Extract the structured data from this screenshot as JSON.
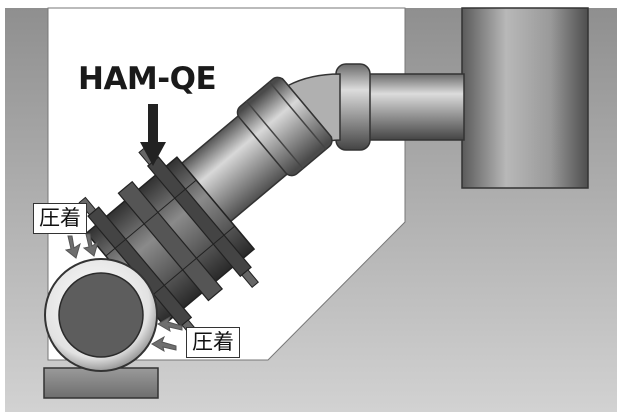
{
  "diagram": {
    "title": "HAM-QE",
    "labels": {
      "pressure_upper": "圧着",
      "pressure_lower": "圧着"
    },
    "colors": {
      "background_frame": "#9c9c9c",
      "pipe_dark": "#5e5e5e",
      "pipe_light": "#cfcfcf",
      "arrow": "#222222",
      "label_border": "#333333"
    }
  }
}
